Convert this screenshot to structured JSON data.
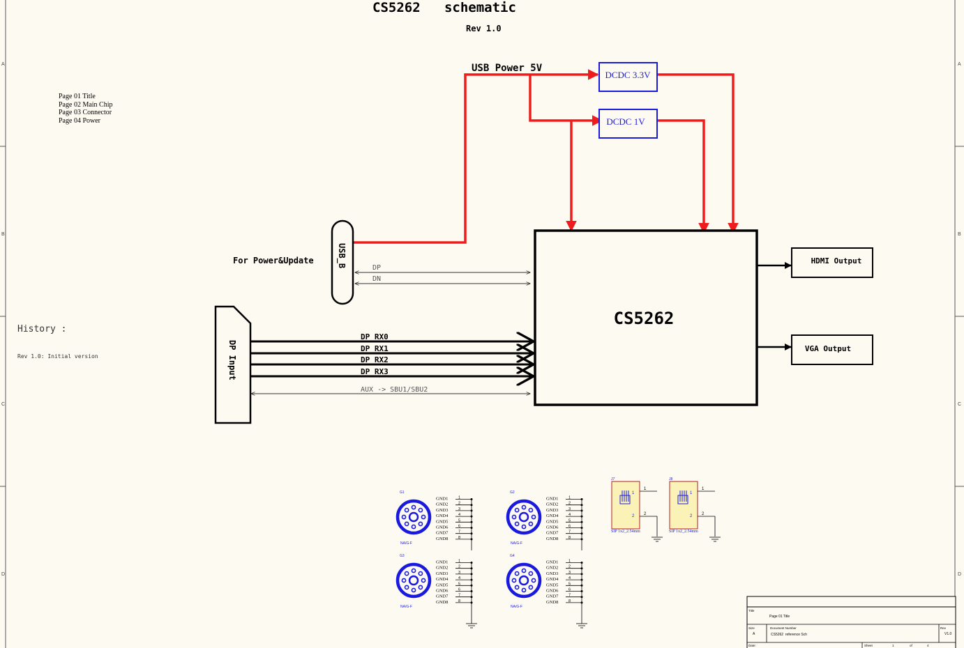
{
  "title": "CS5262   schematic",
  "revision": "Rev 1.0",
  "page_index": [
    "Page 01 Title",
    "Page 02 Main Chip",
    "Page 03 Connector",
    "Page 04 Power"
  ],
  "history": {
    "heading": "History :",
    "entries": [
      "Rev 1.0: Initial version"
    ]
  },
  "border_rows": [
    "A",
    "B",
    "C",
    "D"
  ],
  "power": {
    "rail_label": "USB Power 5V",
    "dcdc_33": "DCDC 3.3V",
    "dcdc_1v": "DCDC 1V",
    "wire_color": "#ee1c1c"
  },
  "connectors": {
    "usb_b": "USB_B",
    "usb_b_note": "For Power&Update",
    "usb_signals": [
      "DP",
      "DN"
    ],
    "dp_input": "DP Input",
    "dp_lanes": [
      "DP RX0",
      "DP RX1",
      "DP RX2",
      "DP RX3"
    ],
    "aux": "AUX -> SBU1/SBU2"
  },
  "chip": "CS5262",
  "outputs": [
    "HDMI Output",
    "VGA Output"
  ],
  "mounting_holes": [
    {
      "ref": "G1",
      "value": "NA/G-F"
    },
    {
      "ref": "G2",
      "value": "NA/G-F"
    },
    {
      "ref": "G3",
      "value": "NA/G-F"
    },
    {
      "ref": "G4",
      "value": "NA/G-F"
    }
  ],
  "gnd_pins": [
    "GND1",
    "GND2",
    "GND3",
    "GND4",
    "GND5",
    "GND6",
    "GND7",
    "GND8"
  ],
  "pin_numbers": [
    "1",
    "2",
    "3",
    "4",
    "5",
    "6",
    "7",
    "8"
  ],
  "jumpers": [
    {
      "ref": "J7",
      "footprint": "SIP 1x2_2.54mm"
    },
    {
      "ref": "J8",
      "footprint": "SIP 1x2_2.54mm"
    }
  ],
  "jumper_pins": [
    "1",
    "2"
  ],
  "symbol_color": "#1a1adf",
  "title_block": {
    "title_label": "Title",
    "title_value": "Page 01 Title",
    "size_label": "Size",
    "size_value": "A",
    "doc_label": "Document Number",
    "doc_value": "CS5262  reference Sch",
    "rev_label": "Rev",
    "rev_value": "V1.0",
    "date_label": "Date:",
    "sheet_label": "Sheet",
    "sheet_value": "1",
    "of_label": "of",
    "of_value": "4"
  }
}
